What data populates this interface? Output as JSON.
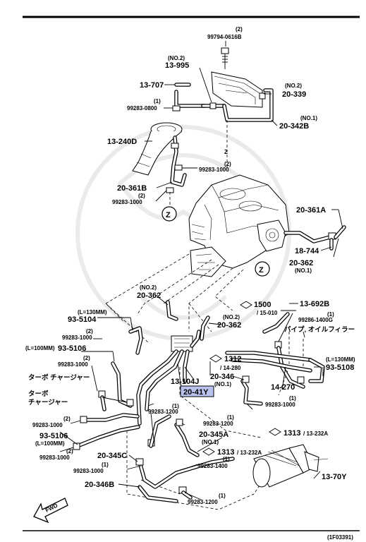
{
  "labels": {
    "l01_qty": "(2)",
    "l01": "99794-0616B",
    "l02_qty": "(NO.2)",
    "l02": "13-995",
    "l03": "13-707",
    "l04_qty": "(1)",
    "l04": "99283-0800",
    "l05_qty": "(NO.2)",
    "l05": "20-339",
    "l06_qty": "(NO.1)",
    "l06": "20-342B",
    "l07": "13-240D",
    "l08_qty": "(2)",
    "l08": "99283-1000",
    "l09": "20-361B",
    "l10_qty": "(2)",
    "l10": "99283-1000",
    "l11": "20-361A",
    "l12": "18-744",
    "l13": "20-362",
    "l13_qty": "(NO.1)",
    "l14_qty": "(NO.2)",
    "l14": "20-362",
    "l15": "1500",
    "l15b": "/ 15-010",
    "l16": "13-692B",
    "l17_qty": "(1)",
    "l17": "99286-1400G",
    "l18": "パイプ, オイルフィラー",
    "l19_qty": "(L=130MM)",
    "l19": "93-5104",
    "l20_qty": "(NO.2)",
    "l20": "20-362",
    "l21_qty": "(2)",
    "l21": "99283-1000",
    "l22_qty": "(L=100MM)",
    "l22": "93-5106",
    "l23_qty": "(2)",
    "l23": "99283-1000",
    "l24": "1312",
    "l24b": "/ 14-280",
    "l25_qty": "(L=130MM)",
    "l25": "93-5108",
    "l26": "ターボ チャージャー",
    "l27": "ターボ",
    "l27b": "チャージャー",
    "l28": "13-104J",
    "l29": "20-346",
    "l29_qty": "(NO.1)",
    "l30": "20-41Y",
    "l31": "14-270",
    "l32_qty": "(1)",
    "l32": "99283-1000",
    "l33_qty": "(2)",
    "l33": "99283-1000",
    "l34": "93-5106",
    "l34_qty": "(L=100MM)",
    "l35_qty": "(1)",
    "l35": "99283-1200",
    "l36_qty": "(1)",
    "l36": "99283-1200",
    "l37": "20-345A",
    "l37_qty": "(NO.1)",
    "l38": "1313",
    "l38b": "/ 13-232A",
    "l39": "1313",
    "l39b": "/ 13-232A",
    "l40_qty": "(2)",
    "l40": "99283-1000",
    "l41": "20-345C",
    "l42_qty": "(1)",
    "l42": "99283-1000",
    "l43_qty": "(1)",
    "l43": "99283-1400",
    "l44": "20-346B",
    "l45": "13-70Y",
    "l46_qty": "(1)",
    "l46": "99283-1200",
    "z1": "Z",
    "z2": "Z",
    "fwd": "FWD",
    "ref": "(1F03391)"
  },
  "colors": {
    "highlight": "#b9c3ee",
    "ink": "#000000"
  }
}
